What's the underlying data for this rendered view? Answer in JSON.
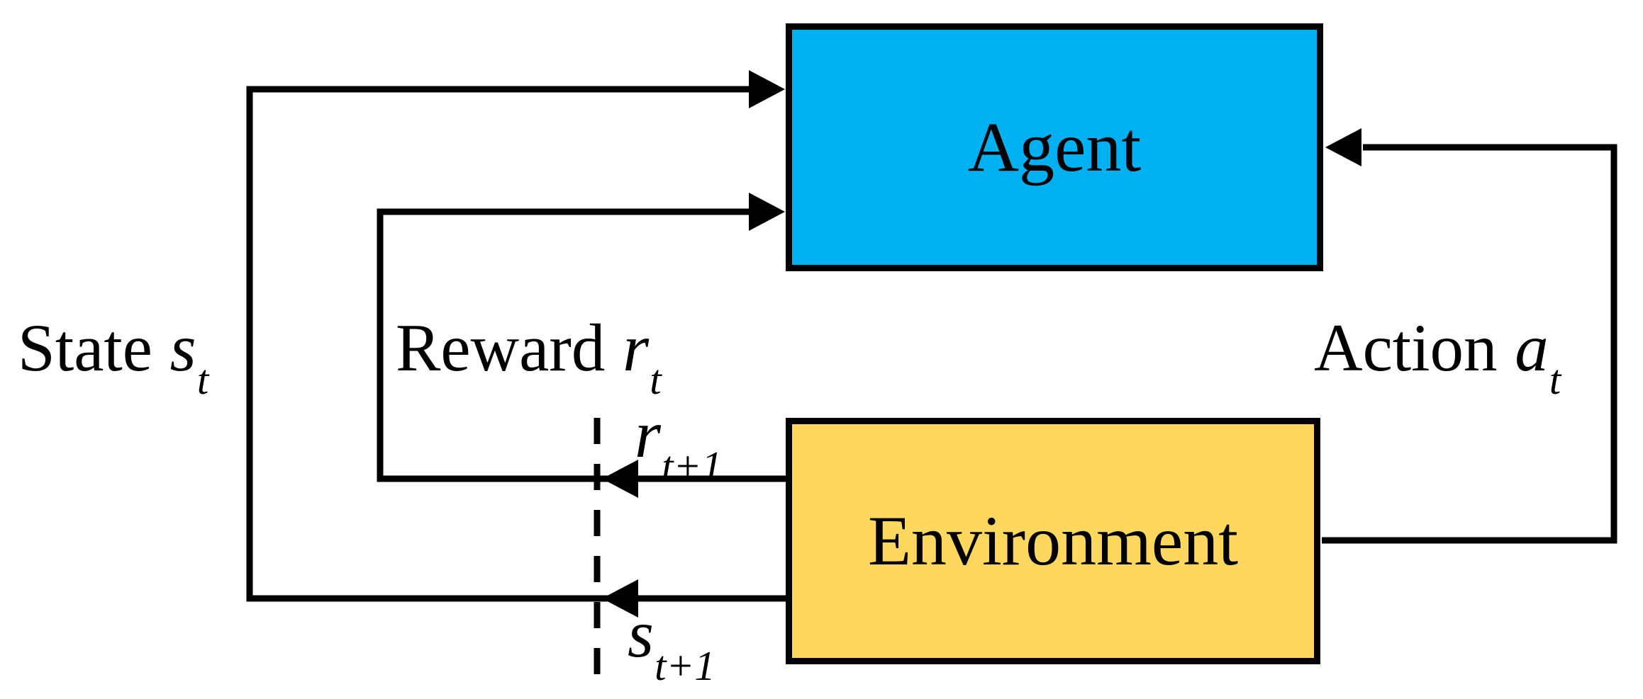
{
  "colors": {
    "agent_fill": "#00B0F0",
    "environment_fill": "#FDD75E",
    "line": "#000000",
    "background": "#FFFFFF"
  },
  "nodes": {
    "agent": {
      "label": "Agent"
    },
    "environment": {
      "label": "Environment"
    }
  },
  "edges": {
    "state": {
      "word": "State",
      "var": "s",
      "sub": "t"
    },
    "reward": {
      "word": "Reward",
      "var": "r",
      "sub": "t"
    },
    "action": {
      "word": "Action",
      "var": "a",
      "sub": "t"
    },
    "reward_next": {
      "var": "r",
      "sub": "t+1"
    },
    "state_next": {
      "var": "s",
      "sub": "t+1"
    }
  }
}
